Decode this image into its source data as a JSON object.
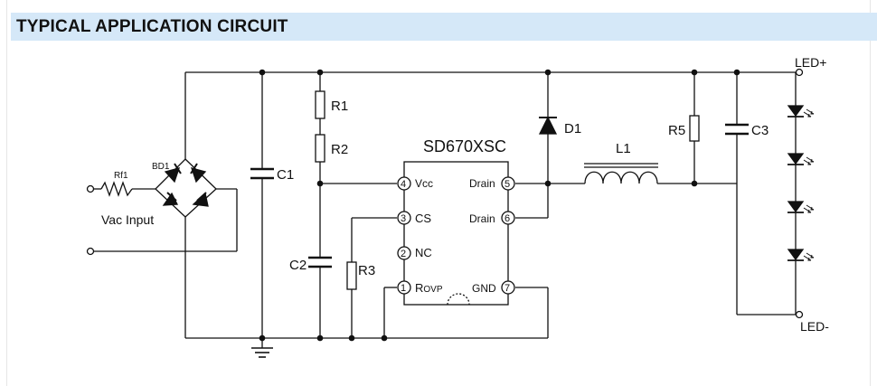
{
  "header": {
    "title": "TYPICAL APPLICATION CIRCUIT"
  },
  "components": {
    "rf1": "Rf1",
    "bd1": "BD1",
    "vac_input": "Vac Input",
    "c1": "C1",
    "r1": "R1",
    "r2": "R2",
    "c2": "C2",
    "r3": "R3",
    "ic": "SD670XSC",
    "d1": "D1",
    "l1": "L1",
    "r5": "R5",
    "c3": "C3",
    "led_plus": "LED+",
    "led_minus": "LED-"
  },
  "ic_pins": {
    "vcc": {
      "num": "4",
      "name": "Vcc"
    },
    "cs": {
      "num": "3",
      "name": "CS"
    },
    "nc": {
      "num": "2",
      "name": "NC"
    },
    "rovp": {
      "num": "1",
      "name_main": "R",
      "name_sub": "OVP"
    },
    "drain5": {
      "num": "5",
      "name": "Drain"
    },
    "drain6": {
      "num": "6",
      "name": "Drain"
    },
    "gnd": {
      "num": "7",
      "name": "GND"
    }
  },
  "colors": {
    "title_bg": "#d5e8f8",
    "wire": "#111111"
  }
}
